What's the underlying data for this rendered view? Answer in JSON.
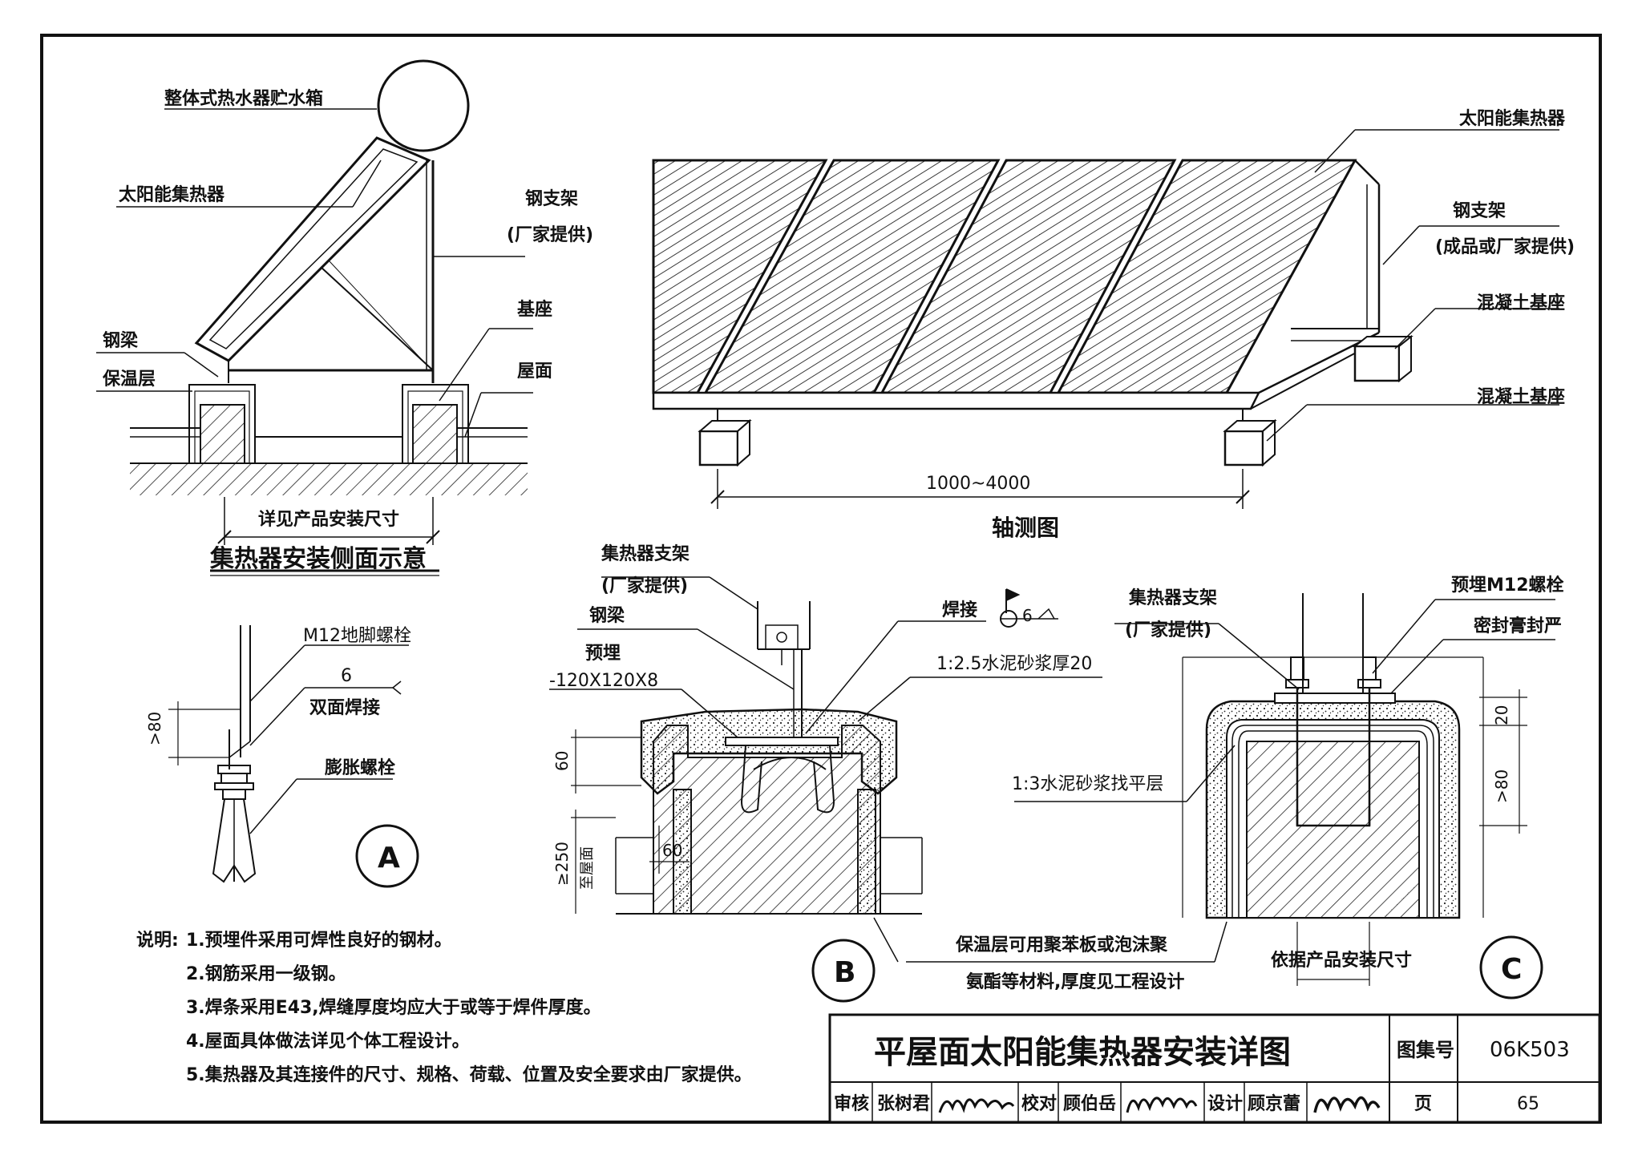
{
  "side_view": {
    "tank_label": "整体式热水器贮水箱",
    "collector_label": "太阳能集热器",
    "frame_label": "钢支架",
    "frame_note": "(厂家提供)",
    "base_label": "基座",
    "steel_beam_label": "钢梁",
    "insulation_label": "保温层",
    "roof_label": "屋面",
    "dimension_label": "详见产品安装尺寸",
    "caption": "集热器安装侧面示意"
  },
  "axonometric": {
    "collector_label": "太阳能集热器",
    "frame_label": "钢支架",
    "frame_note": "(成品或厂家提供)",
    "base_label_upper": "混凝土基座",
    "base_label_lower": "混凝土基座",
    "dimension": "1000~4000",
    "caption": "轴测图"
  },
  "detail_a": {
    "bolt_label": "M12地脚螺栓",
    "weld_size": "6",
    "weld_label": "双面焊接",
    "dim_80": ">80",
    "expansion_bolt_label": "膨胀螺栓",
    "marker": "A"
  },
  "detail_b": {
    "frame_label": "集热器支架",
    "frame_note": "(厂家提供)",
    "beam_label": "钢梁",
    "embed_label": "预埋",
    "embed_size": "-120X120X8",
    "weld_label": "焊接",
    "weld_size": "6",
    "mortar_label": "1:2.5水泥砂浆厚20",
    "dim_60_vertical": "60",
    "dim_60_horizontal": "60",
    "dim_250": "≥250",
    "dim_250_note": "至屋面",
    "marker": "B"
  },
  "detail_c": {
    "frame_label": "集热器支架",
    "frame_note": "(厂家提供)",
    "bolt_label": "预埋M12螺栓",
    "sealant_label": "密封膏封严",
    "leveling_label": "1:3水泥砂浆找平层",
    "dim_20": "20",
    "dim_80": ">80",
    "dimension_label": "依据产品安装尺寸",
    "marker": "C"
  },
  "insulation_note_line1": "保温层可用聚苯板或泡沫聚",
  "insulation_note_line2": "氨酯等材料,厚度见工程设计",
  "notes": {
    "heading": "说明:",
    "items": [
      "1.预埋件采用可焊性良好的钢材。",
      "2.钢筋采用一级钢。",
      "3.焊条采用E43,焊缝厚度均应大于或等于焊件厚度。",
      "4.屋面具体做法详见个体工程设计。",
      "5.集热器及其连接件的尺寸、规格、荷载、位置及安全要求由厂家提供。"
    ]
  },
  "title_block": {
    "title": "平屋面太阳能集热器安装详图",
    "atlas_no_label": "图集号",
    "atlas_no": "06K503",
    "review_label": "审核",
    "reviewer": "张树君",
    "check_label": "校对",
    "checker": "顾伯岳",
    "design_label": "设计",
    "designer": "顾京蕾",
    "page_label": "页",
    "page_no": "65"
  }
}
